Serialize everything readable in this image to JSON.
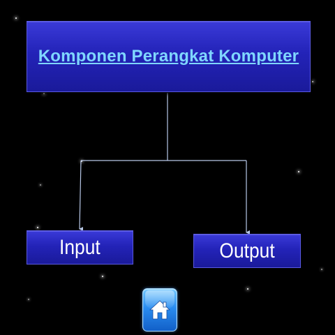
{
  "diagram": {
    "title": "Komponen Perangkat Komputer",
    "nodes": [
      {
        "id": "input",
        "label": "Input"
      },
      {
        "id": "output",
        "label": "Output"
      }
    ],
    "edges": [
      {
        "from": "title",
        "to": "input"
      },
      {
        "from": "title",
        "to": "output"
      }
    ]
  },
  "navigation": {
    "home_icon": "home-icon"
  },
  "colors": {
    "background": "#000000",
    "box_fill": "#2323b8",
    "title_text": "#7fd6ff",
    "node_text": "#ffffff",
    "connector": "#b8c8e8",
    "home_button": "#2a8cf0"
  }
}
